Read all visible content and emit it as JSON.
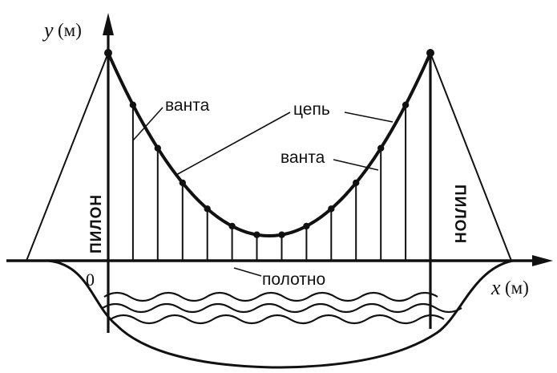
{
  "axes": {
    "y_label": "y",
    "y_unit": "(м)",
    "x_label": "x",
    "x_unit": "(м)",
    "origin": "0"
  },
  "labels": {
    "cable_left": "ванта",
    "cable_right": "ванта",
    "chain": "цепь",
    "deck": "полотно",
    "pylon_left": "ПИЛОН",
    "pylon_right": "ПИЛОН"
  },
  "colors": {
    "ink": "#111111",
    "background": "#ffffff"
  }
}
